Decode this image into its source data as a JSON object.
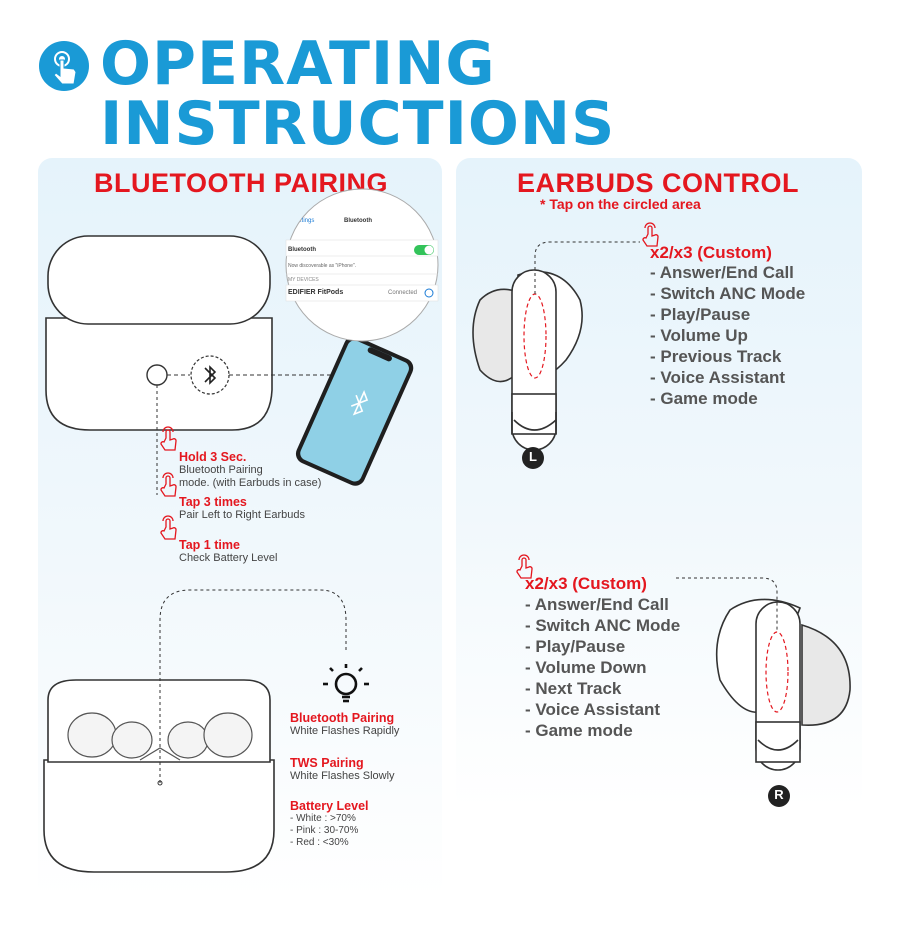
{
  "header": {
    "title_line1": "OPERATING",
    "title_line2": "INSTRUCTIONS",
    "brand_color": "#1a9ad6",
    "icon": "tap-hand-icon"
  },
  "accent_color": "#e4171f",
  "pairing": {
    "title": "BLUETOOTH PAIRING",
    "settings": {
      "back": ".tings",
      "heading": "Bluetooth",
      "row_label": "Bluetooth",
      "discoverable": "Now discoverable as \"iPhone\".",
      "section": "MY DEVICES",
      "device": "EDIFIER FitPods",
      "status": "Connected"
    },
    "steps": [
      {
        "label": "Hold 3 Sec.",
        "desc_line1": "Bluetooth Pairing",
        "desc_line2": "mode. (with Earbuds in case)"
      },
      {
        "label": "Tap 3 times",
        "desc_line1": "Pair Left to Right Earbuds"
      },
      {
        "label": "Tap 1 time",
        "desc_line1": "Check Battery Level"
      }
    ],
    "indicators": [
      {
        "label": "Bluetooth Pairing",
        "desc": "White Flashes Rapidly"
      },
      {
        "label": "TWS Pairing",
        "desc": "White Flashes Slowly"
      },
      {
        "label": "Battery Level",
        "lines": [
          "- White : >70%",
          "- Pink : 30-70%",
          "- Red : <30%"
        ]
      }
    ]
  },
  "control": {
    "title": "EARBUDS CONTROL",
    "note": "* Tap on the circled area",
    "left": {
      "heading": "x2/x3 (Custom)",
      "badge": "L",
      "items": [
        "- Answer/End Call",
        "- Switch ANC Mode",
        "- Play/Pause",
        "- Volume Up",
        "- Previous Track",
        "- Voice Assistant",
        "- Game mode"
      ]
    },
    "right": {
      "heading": "x2/x3 (Custom)",
      "badge": "R",
      "items": [
        "- Answer/End Call",
        "- Switch ANC Mode",
        "- Play/Pause",
        "- Volume Down",
        "- Next Track",
        "- Voice Assistant",
        "- Game mode"
      ]
    }
  }
}
